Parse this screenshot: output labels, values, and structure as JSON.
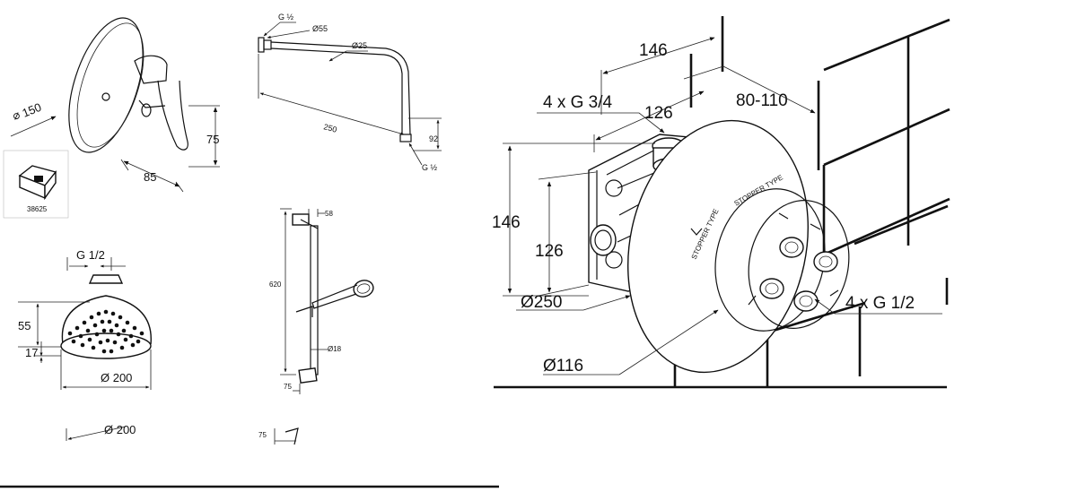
{
  "mixer": {
    "dims": {
      "diameter": "150",
      "height": "75",
      "depth": "85"
    },
    "cartridge_code": "38625"
  },
  "arm": {
    "dims": {
      "thread_top": "G ½",
      "rose_dia": "Ø55",
      "pipe_dia": "Ø25",
      "length": "250",
      "drop": "92",
      "thread_bottom": "G ½"
    }
  },
  "rail": {
    "dims": {
      "offset_top": "58",
      "height": "620",
      "bar_dia": "Ø18",
      "offset_bottom": "75"
    }
  },
  "headshower": {
    "dims": {
      "thread": "G 1/2",
      "height": "55",
      "face_height": "17",
      "diameter": "Ø 200"
    }
  },
  "cutoff": {
    "diameter": "Ø 200",
    "offset": "75"
  },
  "install": {
    "dims": {
      "depth_total": "146",
      "inlet_thread": "4 x G 3/4",
      "depth_inner": "126",
      "wall_range": "80-110",
      "height_total": "146",
      "height_inner": "126",
      "plate_dia": "Ø250",
      "outlet_thread": "4 x G 1/2",
      "ring_dia": "Ø116"
    }
  }
}
